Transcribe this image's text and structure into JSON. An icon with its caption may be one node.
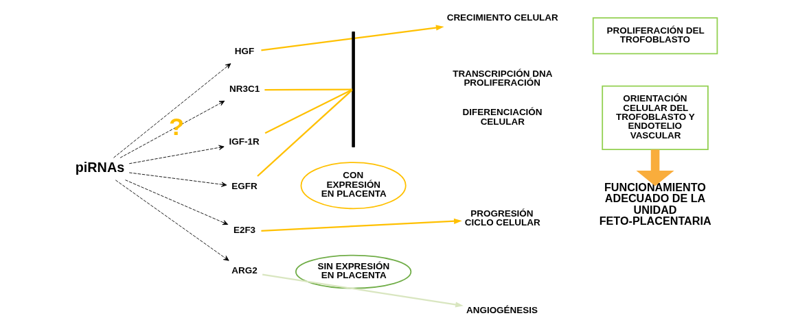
{
  "diagram": {
    "nodes": [
      {
        "text": [
          "piRNAs"
        ]
      },
      {
        "text": [
          "HGF"
        ]
      },
      {
        "text": [
          "NR3C1"
        ]
      },
      {
        "text": [
          "IGF-1R"
        ]
      },
      {
        "text": [
          "EGFR"
        ]
      },
      {
        "text": [
          "E2F3"
        ]
      },
      {
        "text": [
          "ARG2"
        ]
      },
      {
        "text": [
          "CON EXPRESIÓN EN PLACENTA"
        ]
      },
      {
        "text": [
          "SIN EXPRESIÓN EN PLACENTA"
        ]
      },
      {
        "text": [],
        "shape": "bar"
      },
      {
        "text": [
          "CRECIMIENTO CELULAR"
        ]
      },
      {
        "text": [
          "TRANSCRIPCIÓN DNA PROLIFERACIÓN"
        ]
      },
      {
        "text": [
          "DIFERENCIACIÓN CELULAR"
        ]
      },
      {
        "text": [
          "PROGRESIÓN CICLO CELULAR"
        ]
      },
      {
        "text": [
          "ANGIOGÉNESIS"
        ]
      },
      {
        "text": [
          "PROLIFERACIÓN DEL TROFOBLASTO"
        ]
      },
      {
        "text": [
          "ORIENTACIÓN CELULAR DEL TROFOBLASTO Y ENDOTELIO VASCULAR"
        ]
      },
      {
        "text": [
          "FUNCIONAMIENTO ADECUADO DE LA UNIDAD FETO-PLACENTARIA"
        ]
      }
    ],
    "edges": [
      {
        "from": 0,
        "to": 1,
        "arrow": "to",
        "style": "dashed"
      },
      {
        "from": 0,
        "to": 2,
        "arrow": "to",
        "style": "dashed"
      },
      {
        "from": 0,
        "to": 3,
        "arrow": "to",
        "style": "dashed"
      },
      {
        "from": 0,
        "to": 4,
        "arrow": "to",
        "style": "dashed"
      },
      {
        "from": 0,
        "to": 5,
        "arrow": "to",
        "style": "dashed"
      },
      {
        "from": 0,
        "to": 6,
        "arrow": "to",
        "style": "dashed"
      },
      {
        "from": 1,
        "to": 10,
        "arrow": "to",
        "color": "#ffc000"
      },
      {
        "from": 2,
        "to": 9,
        "arrow": "none",
        "color": "#ffc000"
      },
      {
        "from": 3,
        "to": 9,
        "arrow": "none",
        "color": "#ffc000"
      },
      {
        "from": 4,
        "to": 9,
        "arrow": "none",
        "color": "#ffc000"
      },
      {
        "from": 5,
        "to": 13,
        "arrow": "to",
        "color": "#ffc000"
      },
      {
        "from": 6,
        "to": 14,
        "arrow": "to",
        "color": "#d9e6c0"
      },
      {
        "from": 16,
        "to": 17,
        "arrow": "to",
        "style": "thick",
        "color": "#f9ad3c"
      }
    ],
    "labels": [
      "?"
    ]
  }
}
